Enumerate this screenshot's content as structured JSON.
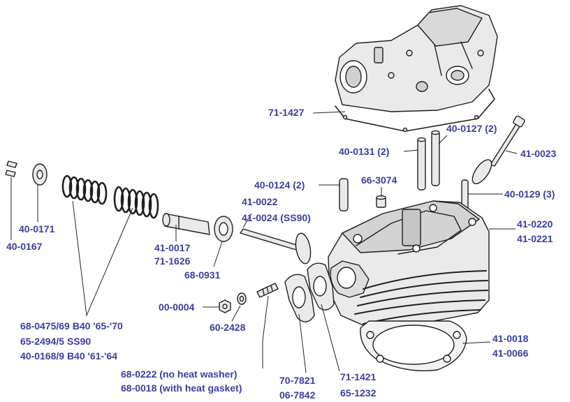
{
  "colors": {
    "label": "#3a3f9e",
    "ink": "#1f1f1f",
    "fill": "#eaeaea",
    "leader": "#222222"
  },
  "labels": {
    "rocker_box": "71-1427",
    "pushrod_tube_a": "40-0127 (2)",
    "pushrod_tube_b": "40-0131 (2)",
    "valve_top": "41-0023",
    "stud_left": "40-0124 (2)",
    "nut_small": "66-3074",
    "stud_right": "40-0129 (3)",
    "exhaust_valve_1": "41-0022",
    "exhaust_valve_2": "41-0024 (SS90)",
    "head_1": "41-0220",
    "head_2": "41-0221",
    "collar": "40-0171",
    "collets": "40-0167",
    "guide_1": "41-0017",
    "guide_2": "71-1626",
    "spring_cup": "68-0931",
    "nut": "00-0004",
    "washer": "60-2428",
    "springs_1": "68-0475/69 B40 '65-'70",
    "springs_2": "65-2494/5 SS90",
    "springs_3": "40-0168/9 B40 '61-'64",
    "stud_1": "68-0222 (no heat washer)",
    "stud_2": "68-0018 (with heat gasket)",
    "gasket_a_1": "70-7821",
    "gasket_a_2": "06-7842",
    "gasket_b_1": "71-1421",
    "gasket_b_2": "65-1232",
    "head_gasket_1": "41-0018",
    "head_gasket_2": "41-0066"
  }
}
